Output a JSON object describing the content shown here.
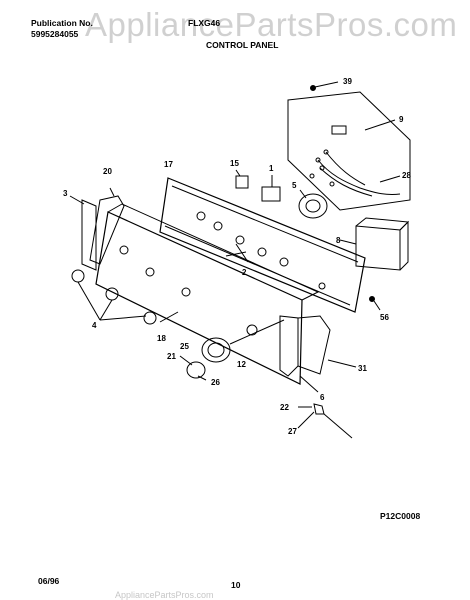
{
  "header": {
    "publication_label": "Publication No.",
    "publication_number": "5995284055",
    "model": "FLXG46",
    "section_title": "CONTROL PANEL"
  },
  "watermark": "AppliancePartsPros.com",
  "footer": {
    "date": "06/96",
    "page": "10",
    "diagram_code": "P12C0008",
    "watermark": "AppliancePartsPros.com"
  },
  "callouts": {
    "c39": "39",
    "c9": "9",
    "c28": "28",
    "c15": "15",
    "c1": "1",
    "c5": "5",
    "c17": "17",
    "c20": "20",
    "c3": "3",
    "c8": "8",
    "c2": "2",
    "c56": "56",
    "c4": "4",
    "c18": "18",
    "c25": "25",
    "c21": "21",
    "c12": "12",
    "c26": "26",
    "c31": "31",
    "c6": "6",
    "c22": "22",
    "c27": "27"
  }
}
